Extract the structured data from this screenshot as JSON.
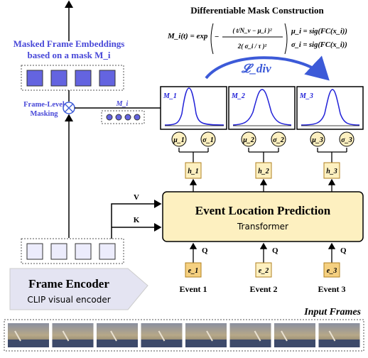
{
  "mask_title": "Differentiable Mask Construction",
  "equation": {
    "lhs": "M_i(t) = exp",
    "frac_numer": "( t/N_v − μ_i )²",
    "frac_denom": "2( σ_i / τ )²",
    "mu_def": "μ_i = sig(FC(x_i))",
    "sigma_def": "σ_i = sig(FC(x_i))"
  },
  "masked_title_line1": "Masked Frame Embeddings",
  "masked_title_line2": "based on a mask M_i",
  "l_div": "𝓛_div",
  "frame_level_line1": "Frame-Level",
  "frame_level_line2": "Masking",
  "mi_label": "M_i",
  "gauss_labels": [
    "M_1",
    "M_2",
    "M_3"
  ],
  "mu_labels": [
    "μ_1",
    "μ_2",
    "μ_3"
  ],
  "sigma_labels": [
    "σ_1",
    "σ_2",
    "σ_3"
  ],
  "h_labels": [
    "h_1",
    "h_2",
    "h_3"
  ],
  "v_label": "V",
  "k_label": "K",
  "q_label": "Q",
  "event_loc_title": "Event Location Prediction",
  "event_loc_sub": "Transformer",
  "e_labels": [
    "e_1",
    "e_2",
    "e_3"
  ],
  "event_labels": [
    "Event 1",
    "Event 2",
    "Event 3"
  ],
  "frame_encoder_title": "Frame Encoder",
  "frame_encoder_sub": "CLIP visual encoder",
  "input_frames": "Input Frames",
  "colors": {
    "blue": "#4848d8",
    "light_purple": "#d8d8f8",
    "blue_purple": "#6464e0",
    "yellow": "#fdf0c0",
    "orange_border": "#b08020",
    "gray_box": "#e0e0ee"
  }
}
